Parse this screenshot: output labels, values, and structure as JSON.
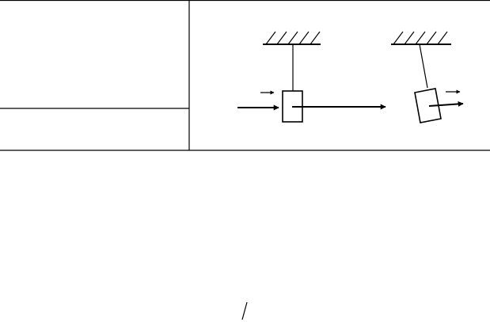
{
  "diagram": {
    "layout_table": {
      "cells": [
        "top-left",
        "bottom-left",
        "right"
      ]
    },
    "scene": {
      "left_pendulum": {
        "block_orientation": "vertical",
        "incoming_arrows": 2,
        "outgoing_arrow": "long horizontal"
      },
      "right_pendulum": {
        "block_orientation": "tilted",
        "outgoing_arrows": 2
      }
    }
  }
}
